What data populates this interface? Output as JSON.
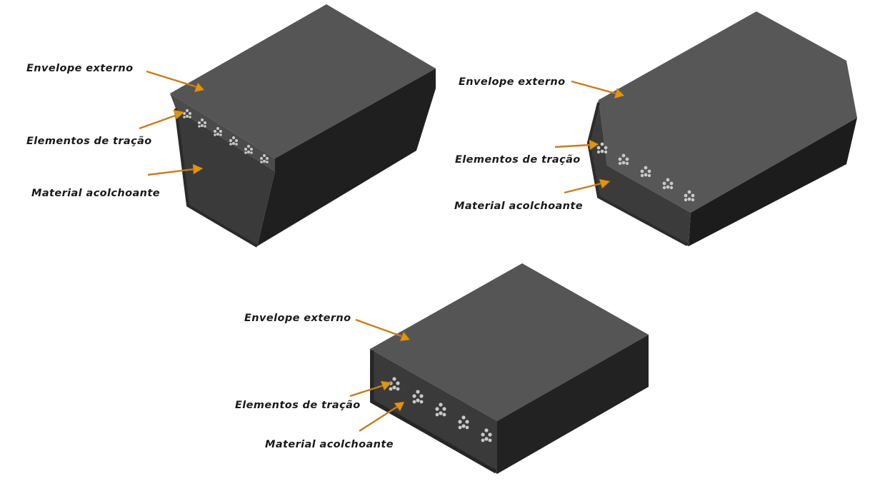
{
  "diagrams": [
    {
      "envelope_label": "Envelope externo",
      "traction_label": "Elementos de tração",
      "cushion_label": "Material acolchoante"
    },
    {
      "envelope_label": "Envelope externo",
      "traction_label": "Elementos de tração",
      "cushion_label": "Material acolchoante"
    },
    {
      "envelope_label": "Envelope externo",
      "traction_label": "Elementos de tração",
      "cushion_label": "Material acolchoante"
    }
  ],
  "colors": {
    "top_face": "#555555",
    "front_face": "#3c3c3c",
    "side_face": "#1e1e1e",
    "envelope_band": "#4a4a4a",
    "arrow": "#e0950f"
  }
}
